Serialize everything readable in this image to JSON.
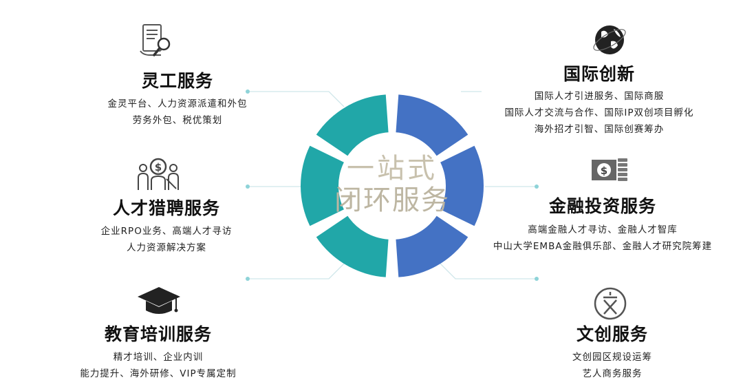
{
  "center": {
    "line1": "一站式",
    "line2": "闭环服务"
  },
  "colors": {
    "teal": "#21a7a8",
    "blue": "#4472c4",
    "connector": "#cfe6ea",
    "dot": "#8ed3d8"
  },
  "services": {
    "flexible": {
      "title": "灵工服务",
      "lines": [
        "金灵平台、人力资源派遣和外包",
        "劳务外包、税优策划"
      ],
      "icon": "document-search-icon"
    },
    "talent": {
      "title": "人才猎聘服务",
      "lines": [
        "企业RPO业务、高端人才寻访",
        "人力资源解决方案"
      ],
      "icon": "recruitment-icon"
    },
    "education": {
      "title": "教育培训服务",
      "lines": [
        "精才培训、企业内训",
        "能力提升、海外研修、VIP专属定制"
      ],
      "icon": "graduation-cap-icon"
    },
    "international": {
      "title": "国际创新",
      "lines": [
        "国际人才引进服务、国际商服",
        "国际人才交流与合作、国际IP双创项目孵化",
        "海外招才引智、国际创赛筹办"
      ],
      "icon": "globe-icon"
    },
    "finance": {
      "title": "金融投资服务",
      "lines": [
        "高端金融人才寻访、金融人才智库",
        "中山大学EMBA金融俱乐部、金融人才研究院筹建"
      ],
      "icon": "money-icon"
    },
    "culture": {
      "title": "文创服务",
      "lines": [
        "文创园区规设运筹",
        "艺人商务服务"
      ],
      "icon": "culture-emblem-icon"
    }
  }
}
